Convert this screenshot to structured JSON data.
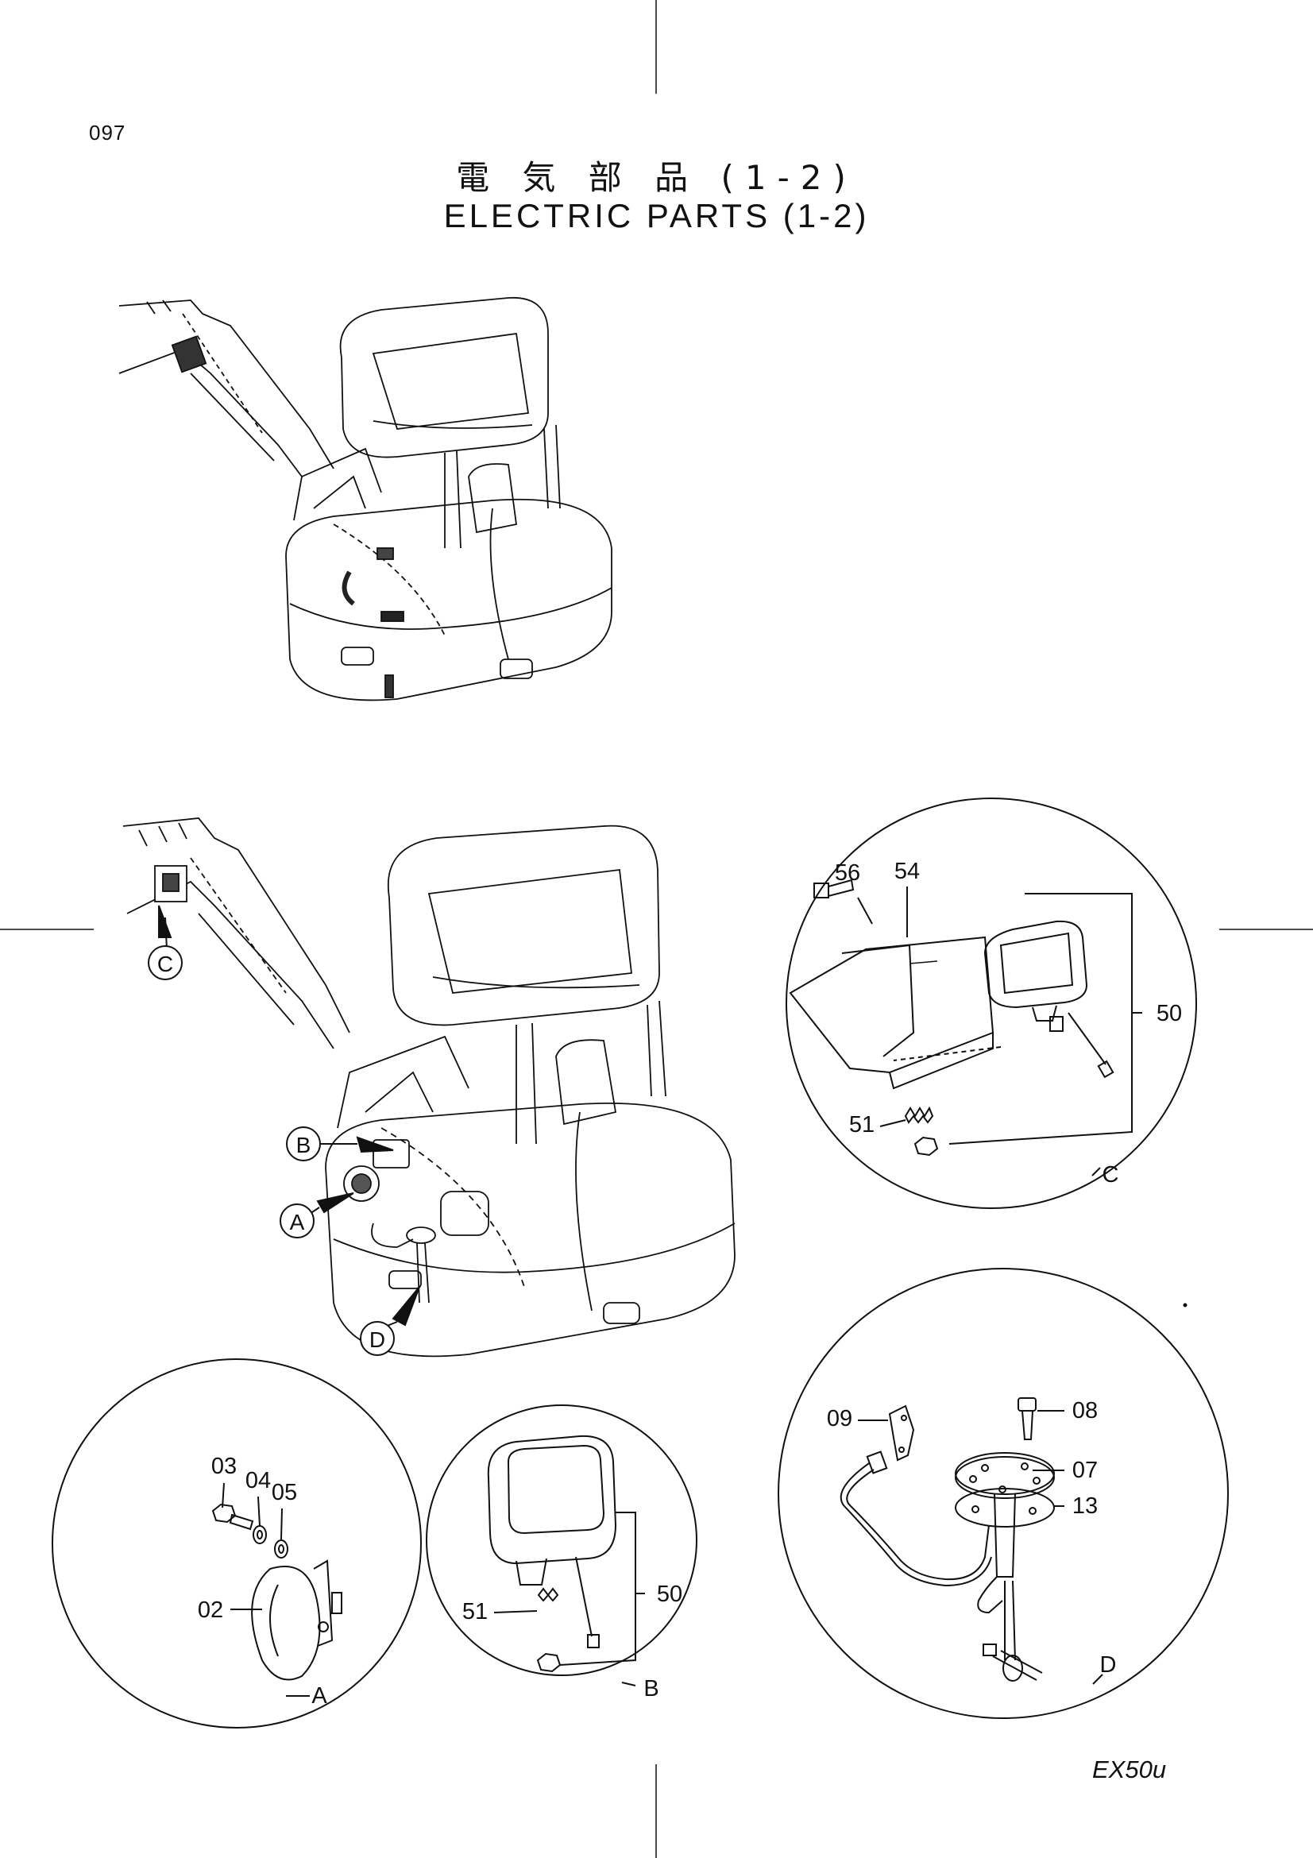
{
  "page_number": "097",
  "title_jp": "電 気 部 品 (1-2)",
  "title_en": "ELECTRIC PARTS (1-2)",
  "model": "EX50u",
  "callouts": {
    "A": "A",
    "B": "B",
    "C": "C",
    "D": "D"
  },
  "detail_C": {
    "label": "C",
    "parts": [
      "56",
      "54",
      "50",
      "51"
    ]
  },
  "detail_A": {
    "label": "A",
    "parts": [
      "03",
      "04",
      "05",
      "02"
    ]
  },
  "detail_B": {
    "label": "B",
    "parts": [
      "51",
      "50"
    ]
  },
  "detail_D": {
    "label": "D",
    "parts": [
      "09",
      "08",
      "07",
      "13"
    ]
  }
}
